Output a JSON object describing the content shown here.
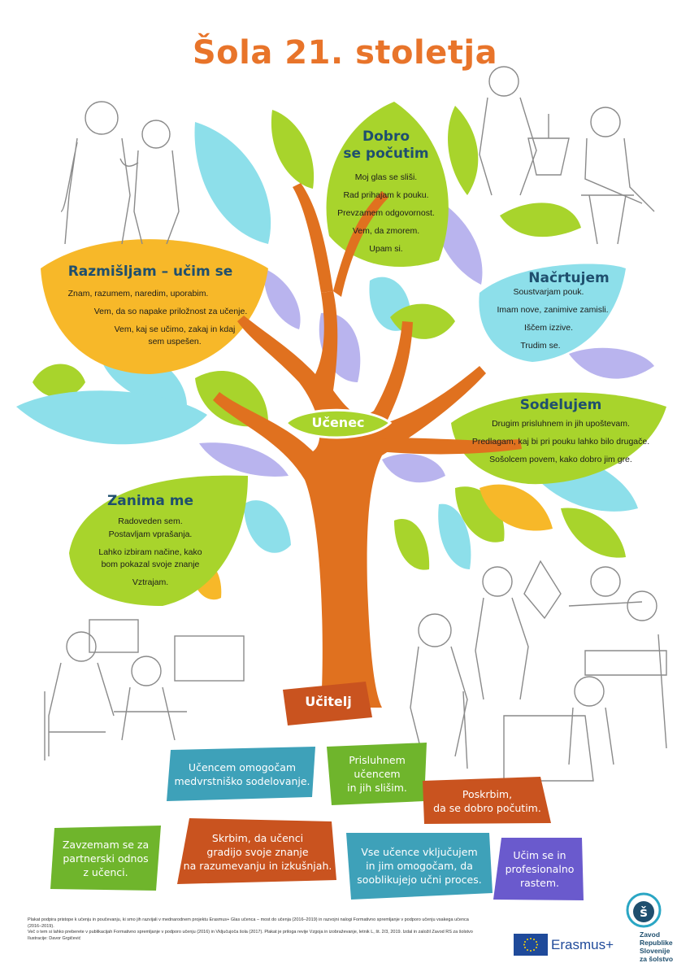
{
  "title": "Šola 21. stoletja",
  "trunk_label": "Učenec",
  "teacher_label": "Učitelj",
  "leaves": {
    "dobro": {
      "heading_1": "Dobro",
      "heading_2": "se počutim",
      "lines": [
        "Moj glas se sliši.",
        "Rad prihajam k pouku.",
        "Prevzamem odgovornost.",
        "Vem, da zmorem.",
        "Upam si."
      ]
    },
    "razmisljam": {
      "heading": "Razmišljam – učim se",
      "lines": [
        "Znam, razumem, naredim, uporabim.",
        "Vem, da so napake priložnost za učenje.",
        "Vem, kaj se učimo, zakaj in kdaj",
        "sem uspešen."
      ]
    },
    "nacrtujem": {
      "heading": "Načrtujem",
      "lines": [
        "Soustvarjam pouk.",
        "Imam nove, zanimive zamisli.",
        "Iščem izzive.",
        "Trudim se."
      ]
    },
    "sodelujem": {
      "heading": "Sodelujem",
      "lines": [
        "Drugim prisluhnem in jih upoštevam.",
        "Predlagam, kaj bi pri pouku lahko bilo drugače.",
        "Sošolcem povem, kako dobro jim gre."
      ]
    },
    "zanima": {
      "heading": "Zanima me",
      "lines": [
        "Radoveden sem.",
        "Postavljam vprašanja.",
        "Lahko izbiram načine, kako",
        "bom pokazal svoje znanje",
        "Vztrajam."
      ]
    }
  },
  "teacher_boxes": [
    {
      "lines": [
        "Učencem omogočam",
        "medvrstniško sodelovanje."
      ],
      "color": "#3ea1b9"
    },
    {
      "lines": [
        "Prisluhnem",
        "učencem",
        "in jih slišim."
      ],
      "color": "#6fb52c"
    },
    {
      "lines": [
        "Poskrbim,",
        "da se dobro počutim."
      ],
      "color": "#c9531f"
    },
    {
      "lines": [
        "Zavzemam se za",
        "partnerski odnos",
        "z učenci."
      ],
      "color": "#6fb52c"
    },
    {
      "lines": [
        "Skrbim, da učenci",
        "gradijo svoje znanje",
        "na razumevanju in izkušnjah."
      ],
      "color": "#c9531f"
    },
    {
      "lines": [
        "Vse učence vključujem",
        "in jim omogočam, da",
        "sooblikujejo učni proces."
      ],
      "color": "#3ea1b9"
    },
    {
      "lines": [
        "Učim se in",
        "profesionalno",
        "rastem."
      ],
      "color": "#6a5acd"
    }
  ],
  "footer": {
    "line1": "Plakat podpira pristope k učenju in poučevanju, ki smo jih razvijali v mednarodnem projektu Erasmus+ Glas učenca – most do učenja (2016–2019) in razvojni nalogi Formativno spremljanje v podporo učenju vsakega učenca (2016–2019).",
    "line2": "Več o tem si lahko preberete v publikacijah Formativno spremljanje v podporo učenju (2016) in Vključujoča šola (2017). Plakat je priloga revije Vzgoja in izobraževanje, letnik L, št. 2/3, 2019. Izdal in založil Zavod RS za šolstvo",
    "line3": "Ilustracije: Davor Grgičević"
  },
  "erasmus": "Erasmus+",
  "zrss": [
    "Zavod",
    "Republike",
    "Slovenije",
    "za šolstvo"
  ],
  "colors": {
    "title": "#e8742a",
    "trunk": "#e0711f",
    "leaf_green": "#a8d42c",
    "leaf_cyan": "#8ddfea",
    "leaf_yellow": "#f7b829",
    "leaf_lavender": "#b9b4ee",
    "leaf_heading": "#1f4f6e"
  }
}
